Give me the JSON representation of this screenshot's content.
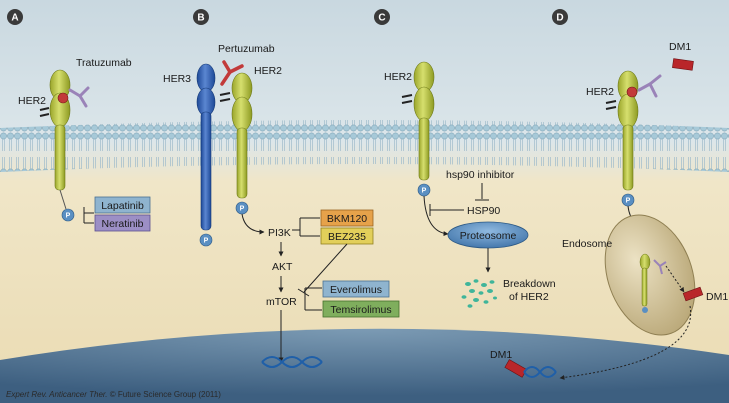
{
  "panels": [
    "A",
    "B",
    "C",
    "D"
  ],
  "colors": {
    "background_top": "#d6e2e8",
    "background_bottom": "#e9dcb8",
    "membrane_head": "#9fc3d3",
    "receptor": "#b6c33c",
    "her3": "#2f62b3",
    "antibody_purple": "#9a83b8",
    "antibody_red": "#c23a3a",
    "dm1": "#b9262a",
    "nucleus": "#5a7d9a",
    "box_blue": "#8fb4cf",
    "box_orange": "#e6a24a",
    "box_yellow": "#e2cf5a",
    "box_green": "#7fae5d",
    "box_purple": "#9c8fc5",
    "proteosome": "#5a8fc2",
    "endosome": "#c2b38a"
  },
  "panel_a": {
    "antibody": "Tratuzumab",
    "receptor": "HER2",
    "inhibitors": [
      "Lapatinib",
      "Neratinib"
    ]
  },
  "panel_b": {
    "antibody": "Pertuzumab",
    "receptor_left": "HER3",
    "receptor_right": "HER2",
    "pathway": {
      "pi3k": "PI3K",
      "akt": "AKT",
      "mtor": "mTOR"
    },
    "pi3k_inhibitors": [
      "BKM120",
      "BEZ235"
    ],
    "mtor_inhibitors": [
      "Everolimus",
      "Temsirolimus"
    ]
  },
  "panel_c": {
    "receptor": "HER2",
    "inhibitor": "hsp90 inhibitor",
    "chaperone": "HSP90",
    "proteosome": "Proteosome",
    "breakdown": "Breakdown\nof HER2"
  },
  "panel_d": {
    "payload": "DM1",
    "receptor": "HER2",
    "endosome": "Endosome",
    "released_payload": "DM1",
    "nuclear_payload": "DM1"
  },
  "phospho_label": "P",
  "credit": {
    "journal": "Expert Rev. Anticancer Ther.",
    "rest": " © Future Science Group (2011)"
  }
}
